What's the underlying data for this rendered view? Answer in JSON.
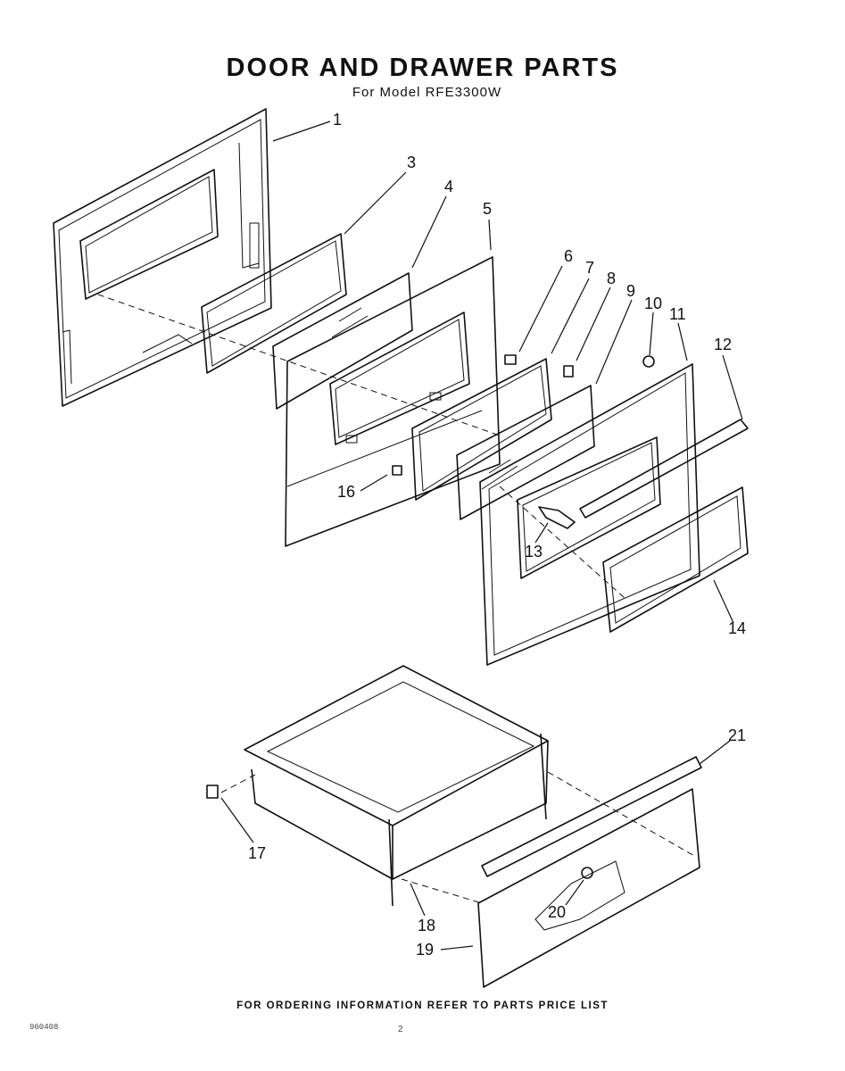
{
  "header": {
    "title": "DOOR AND DRAWER PARTS",
    "subtitle": "For Model RFE3300W"
  },
  "callouts": {
    "c1": "1",
    "c3": "3",
    "c4": "4",
    "c5": "5",
    "c6": "6",
    "c7": "7",
    "c8": "8",
    "c9": "9",
    "c10": "10",
    "c11": "11",
    "c12": "12",
    "c13": "13",
    "c14": "14",
    "c16": "16",
    "c17": "17",
    "c18": "18",
    "c19": "19",
    "c20": "20",
    "c21": "21"
  },
  "footer": {
    "ordering_note": "FOR ORDERING INFORMATION REFER TO PARTS PRICE LIST",
    "doc_number": "960408",
    "page_number": "2"
  }
}
